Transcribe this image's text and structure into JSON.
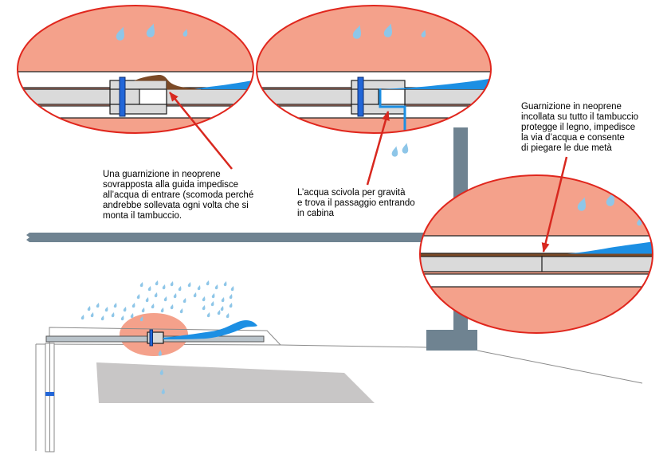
{
  "diagram": {
    "colors": {
      "detail_fill": "#f4a18b",
      "detail_outline": "#e0261d",
      "rain": "#8ec6e8",
      "water": "#1c8fe3",
      "neoprene": "#7b4a27",
      "clamp_bolt": "#2266d8",
      "structure": "#6f8391",
      "hull": "#c8c6c6",
      "arrow": "#d8281f",
      "guide": "#dadada",
      "line": "#8a8a8a"
    },
    "captions": [
      {
        "lines": [
          "Una guarnizione in neoprene",
          "sovrapposta alla guida impedisce",
          "all’acqua di entrare (scomoda perché",
          "andrebbe sollevata ogni volta che si",
          "monta il tambuccio."
        ]
      },
      {
        "lines": [
          "L’acqua scivola per gravità",
          "e trova il passaggio entrando",
          "in cabina"
        ]
      },
      {
        "lines": [
          "Guarnizione in neoprene",
          "incollata su tutto il tambuccio",
          "protegge il legno, impedisce",
          "la via d’acqua e consente",
          "di piegare le due metà"
        ]
      }
    ]
  }
}
